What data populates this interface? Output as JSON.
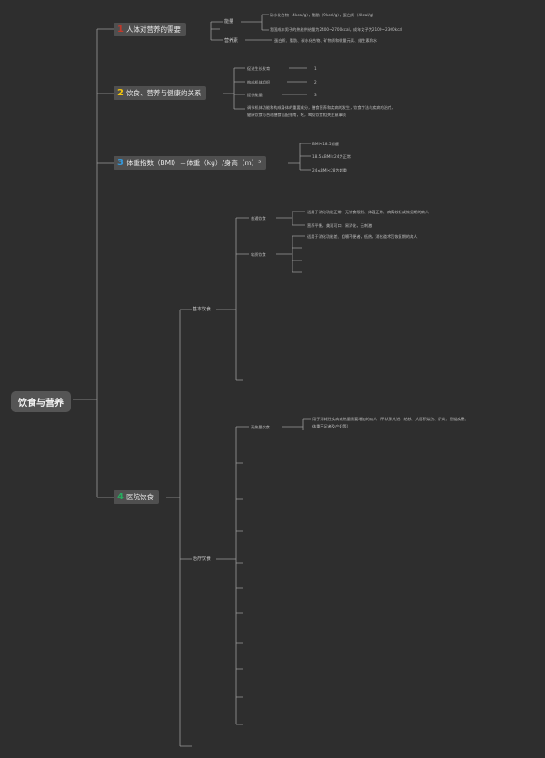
{
  "root": "饮食与营养",
  "colors": {
    "num1": "#c0392b",
    "num2": "#f1c40f",
    "num3": "#3498db",
    "num4": "#27ae60",
    "line": "#9a9a9a"
  },
  "b1": {
    "num": "1",
    "title": "人体对营养的需要",
    "c1": "能量",
    "c1_l1": "碳水化合物（4kcal/g），脂肪（9kcal/g），蛋白质（4kcal/g）",
    "c1_l2": "我国成年男子的热能供给量为2400~2700kcal，成年女子为2100~2300kcal",
    "c2": "营养素",
    "c2_l1": "蛋白质、脂肪、碳水化合物、矿物质和微量元素、维生素和水"
  },
  "b2": {
    "num": "2",
    "title": "饮食、营养与健康的关系",
    "c1": "促进生长发育",
    "c1v": "1",
    "c2": "构成机体组织",
    "c2v": "2",
    "c3": "提供能量",
    "c3v": "3",
    "l1": "调节机体功能和构成身体的重要成分，膳食营养和疾病的发生，饮食疗法与疾病的治疗，",
    "l2": "健康饮食与合理膳食搭配指南，吃，喝及饮食相关注意事项"
  },
  "b3": {
    "num": "3",
    "title": "体重指数（BMI）＝体重（kg）/身高（m）²",
    "l1": "BMI<18.5消瘦",
    "l2": "18.5≤BMI<24为正常",
    "l3": "24≤BMI<28为超重"
  },
  "b4": {
    "num": "4",
    "title": "医院饮食",
    "c1": "基本饮食",
    "c1a": "普通饮食",
    "c1a_l1": "适用于消化功能正常、无饮食限制、体温正常、病情较轻或恢复期的病人",
    "c1a_l2": "营养平衡，美观可口，易消化，无刺激",
    "c1b": "软质饮食",
    "c1b_l1": "适用于消化功能差、咀嚼不便者，低热，消化道术后恢复期的病人",
    "c2": "治疗饮食",
    "c2a": "高热量饮食",
    "c2a_l1": "用于消耗性疾病或热量需要增加的病人（甲状腺亢进、结核、大面积烧伤、肝炎、胆道疾患、",
    "c2a_l2": "体重不足者及产妇等）"
  }
}
